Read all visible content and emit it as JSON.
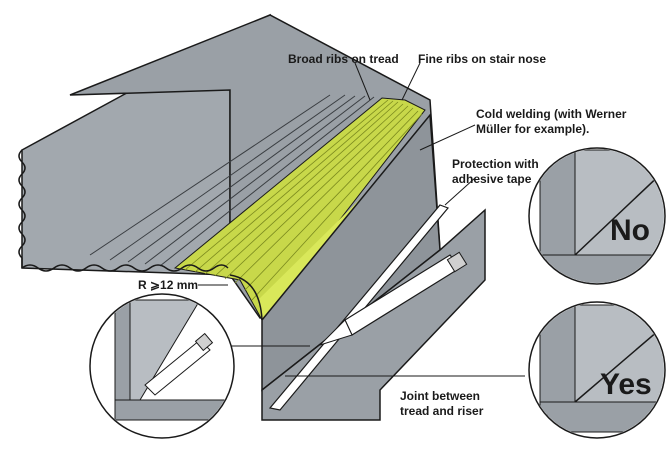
{
  "labels": {
    "broad_ribs": "Broad ribs on tread",
    "fine_ribs": "Fine ribs on stair nose",
    "cold_welding_line1": "Cold welding (with Werner",
    "cold_welding_line2": "Müller for example).",
    "protection_line1": "Protection with",
    "protection_line2": "adhesive tape",
    "radius": "R ⩾12 mm",
    "joint_line1": "Joint between",
    "joint_line2": "tread and riser",
    "no": "No",
    "yes": "Yes"
  },
  "colors": {
    "flooring_grey": "#9aa0a6",
    "flooring_dark": "#6e747a",
    "rib_green": "#c8d84a",
    "rib_green_bright": "#d9e85a",
    "outline": "#1a1a1a"
  },
  "icons": [
    "tube-icon",
    "no-callout-icon",
    "yes-callout-icon"
  ]
}
